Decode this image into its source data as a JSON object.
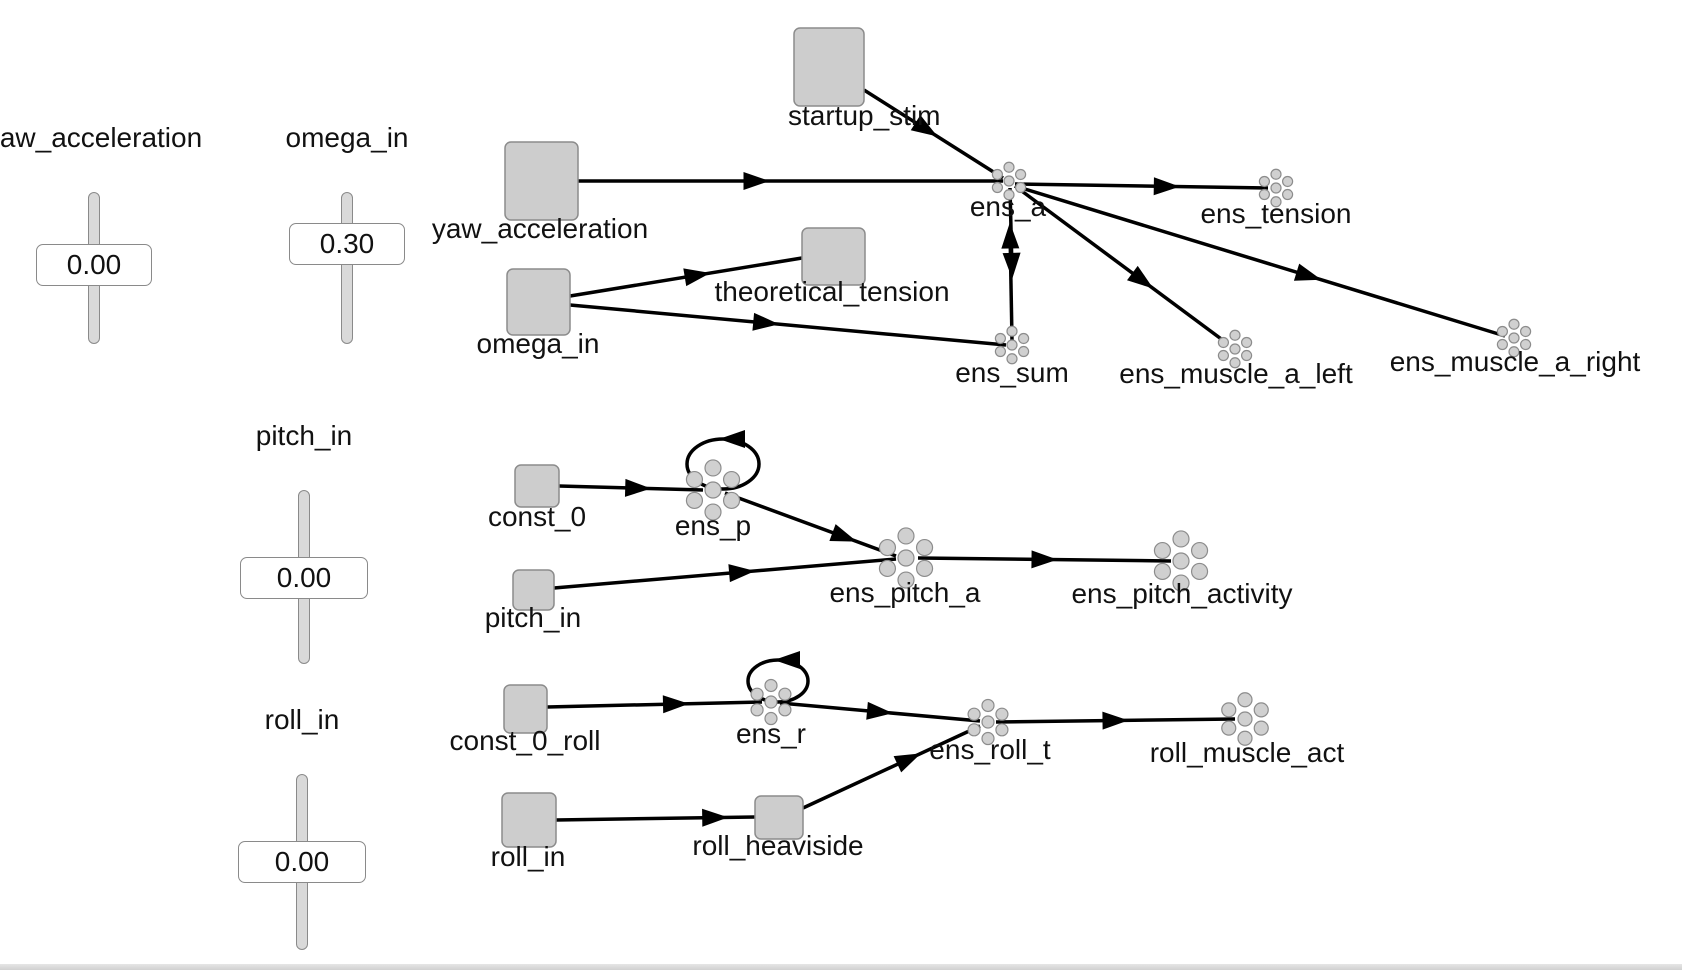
{
  "sliders": [
    {
      "id": "yaw_acceleration",
      "label": "yaw_acceleration",
      "value": "0.00"
    },
    {
      "id": "omega_in",
      "label": "omega_in",
      "value": "0.30"
    },
    {
      "id": "pitch_in",
      "label": "pitch_in",
      "value": "0.00"
    },
    {
      "id": "roll_in",
      "label": "roll_in",
      "value": "0.00"
    }
  ],
  "nodes": [
    {
      "id": "startup_stim",
      "label": "startup_stim",
      "kind": "node"
    },
    {
      "id": "yaw_acceleration",
      "label": "yaw_acceleration",
      "kind": "node"
    },
    {
      "id": "omega_in",
      "label": "omega_in",
      "kind": "node"
    },
    {
      "id": "theoretical_tension",
      "label": "theoretical_tension",
      "kind": "node"
    },
    {
      "id": "ens_a",
      "label": "ens_a",
      "kind": "ensemble"
    },
    {
      "id": "ens_tension",
      "label": "ens_tension",
      "kind": "ensemble"
    },
    {
      "id": "ens_sum",
      "label": "ens_sum",
      "kind": "ensemble"
    },
    {
      "id": "ens_muscle_a_left",
      "label": "ens_muscle_a_left",
      "kind": "ensemble"
    },
    {
      "id": "ens_muscle_a_right",
      "label": "ens_muscle_a_right",
      "kind": "ensemble"
    },
    {
      "id": "const_0",
      "label": "const_0",
      "kind": "node"
    },
    {
      "id": "ens_p",
      "label": "ens_p",
      "kind": "ensemble"
    },
    {
      "id": "pitch_in",
      "label": "pitch_in",
      "kind": "node"
    },
    {
      "id": "ens_pitch_a",
      "label": "ens_pitch_a",
      "kind": "ensemble"
    },
    {
      "id": "ens_pitch_activity",
      "label": "ens_pitch_activity",
      "kind": "ensemble"
    },
    {
      "id": "const_0_roll",
      "label": "const_0_roll",
      "kind": "node"
    },
    {
      "id": "ens_r",
      "label": "ens_r",
      "kind": "ensemble"
    },
    {
      "id": "roll_in",
      "label": "roll_in",
      "kind": "node"
    },
    {
      "id": "roll_heaviside",
      "label": "roll_heaviside",
      "kind": "node"
    },
    {
      "id": "ens_roll_t",
      "label": "ens_roll_t",
      "kind": "ensemble"
    },
    {
      "id": "roll_muscle_act",
      "label": "roll_muscle_act",
      "kind": "ensemble"
    }
  ],
  "edges": [
    {
      "from": "startup_stim",
      "to": "ens_a"
    },
    {
      "from": "yaw_acceleration",
      "to": "ens_a"
    },
    {
      "from": "ens_a",
      "to": "ens_tension"
    },
    {
      "from": "ens_a",
      "to": "ens_sum"
    },
    {
      "from": "ens_sum",
      "to": "ens_a"
    },
    {
      "from": "ens_a",
      "to": "ens_muscle_a_left"
    },
    {
      "from": "ens_a",
      "to": "ens_muscle_a_right"
    },
    {
      "from": "omega_in",
      "to": "theoretical_tension"
    },
    {
      "from": "omega_in",
      "to": "ens_sum"
    },
    {
      "from": "const_0",
      "to": "ens_p"
    },
    {
      "from": "ens_p",
      "to": "ens_p"
    },
    {
      "from": "ens_p",
      "to": "ens_pitch_a"
    },
    {
      "from": "pitch_in",
      "to": "ens_pitch_a"
    },
    {
      "from": "ens_pitch_a",
      "to": "ens_pitch_activity"
    },
    {
      "from": "const_0_roll",
      "to": "ens_r"
    },
    {
      "from": "ens_r",
      "to": "ens_r"
    },
    {
      "from": "ens_r",
      "to": "ens_roll_t"
    },
    {
      "from": "roll_in",
      "to": "roll_heaviside"
    },
    {
      "from": "roll_heaviside",
      "to": "ens_roll_t"
    },
    {
      "from": "ens_roll_t",
      "to": "roll_muscle_act"
    }
  ]
}
